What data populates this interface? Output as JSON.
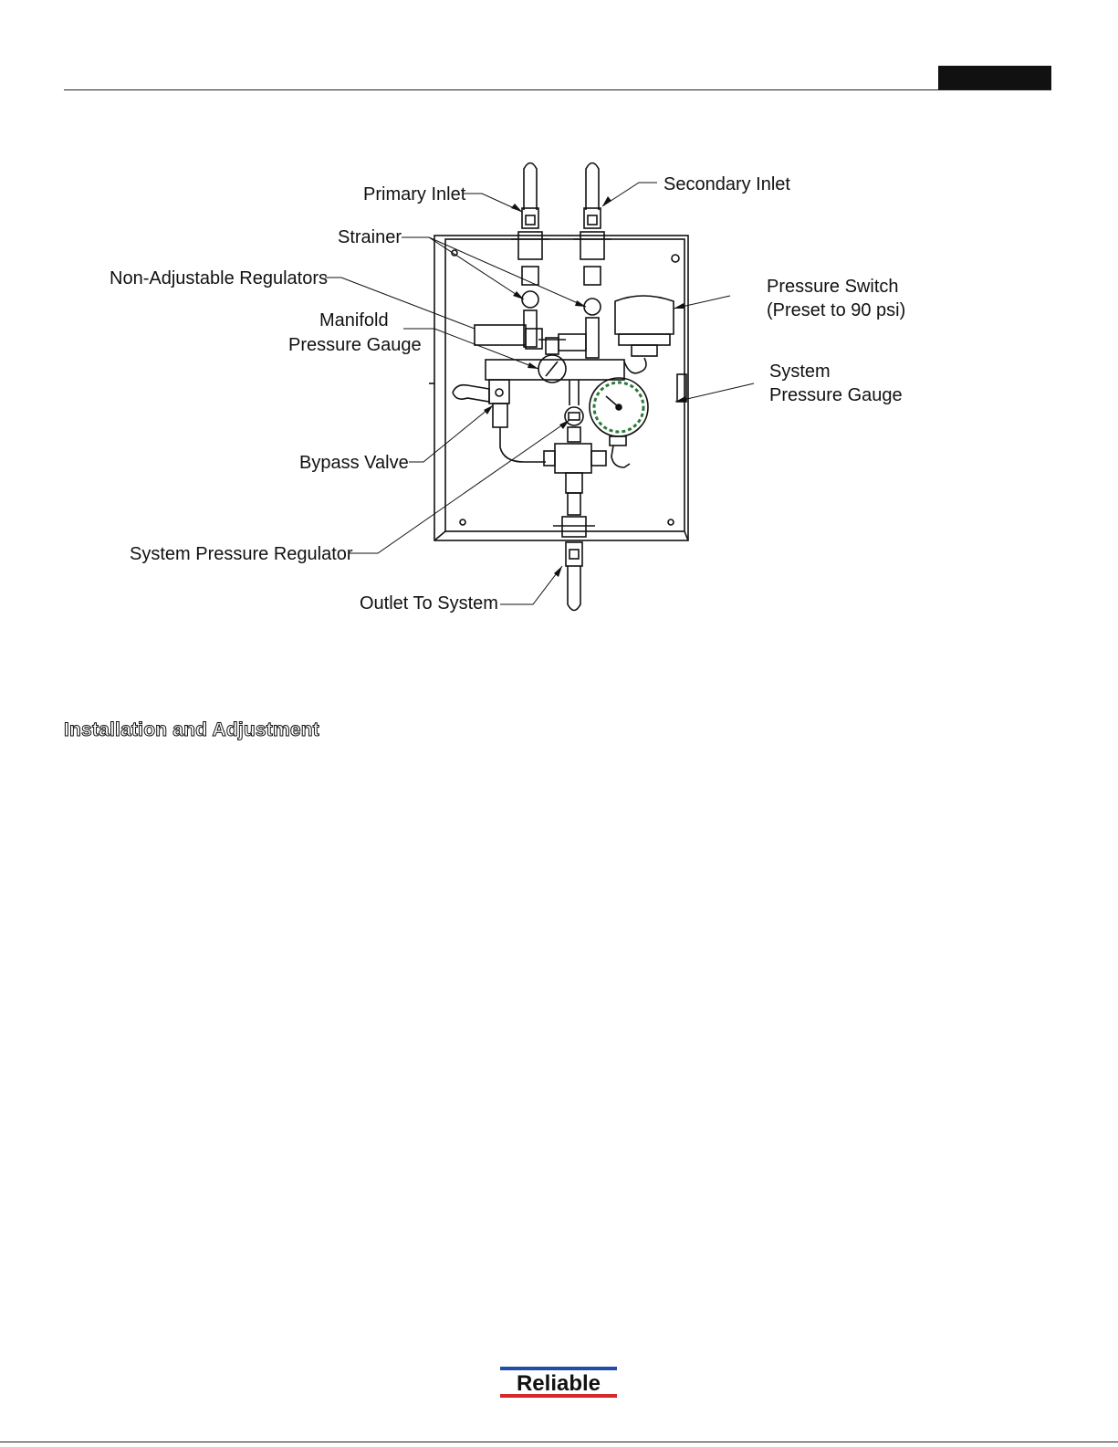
{
  "diagram": {
    "labels": {
      "primary_inlet": "Primary Inlet",
      "secondary_inlet": "Secondary Inlet",
      "strainer": "Strainer",
      "non_adjustable_regulators": "Non-Adjustable Regulators",
      "manifold_pressure_gauge_line1": "Manifold",
      "manifold_pressure_gauge_line2": "Pressure Gauge",
      "pressure_switch_line1": "Pressure Switch",
      "pressure_switch_line2": "(Preset to 90 psi)",
      "system_pressure_gauge_line1": "System",
      "system_pressure_gauge_line2": "Pressure Gauge",
      "bypass_valve": "Bypass Valve",
      "system_pressure_regulator": "System Pressure Regulator",
      "outlet_to_system": "Outlet To System"
    }
  },
  "section": {
    "heading": "Installation and Adjustment"
  },
  "footer": {
    "logo_text": "Reliable",
    "logo_colors": {
      "top_stripe": "#1f4fa8",
      "bottom_stripe": "#d62828",
      "text": "#111111"
    }
  }
}
